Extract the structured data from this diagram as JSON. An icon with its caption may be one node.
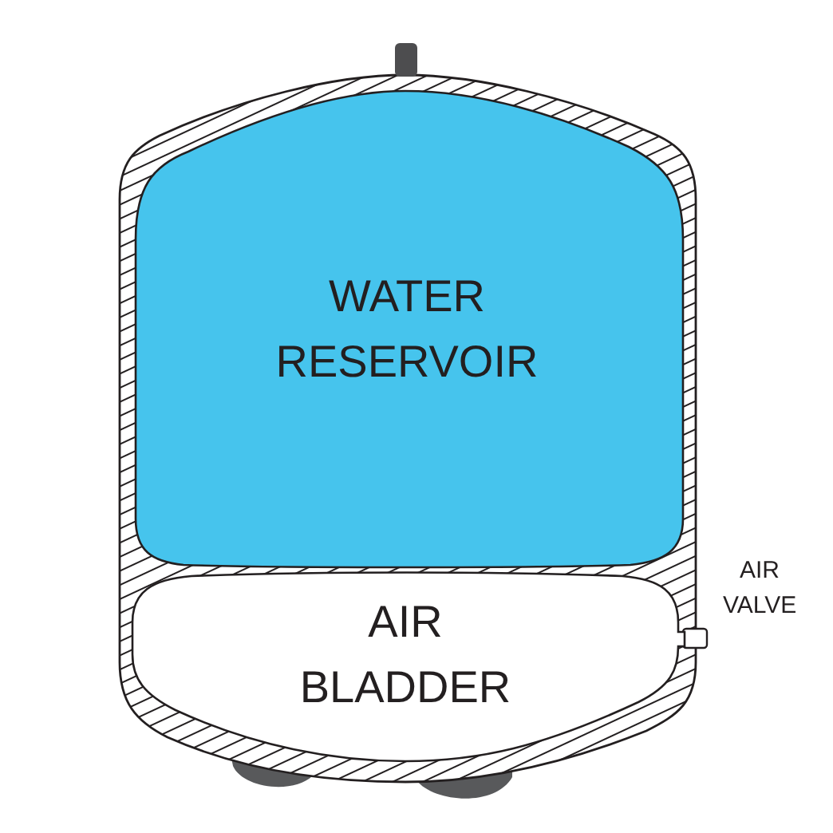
{
  "diagram": {
    "nodes": [
      {
        "text": [
          "WATER RESERVOIR"
        ]
      },
      {
        "text": [
          "AIR BLADDER"
        ]
      }
    ],
    "labels": [
      "AIR VALVE"
    ]
  }
}
